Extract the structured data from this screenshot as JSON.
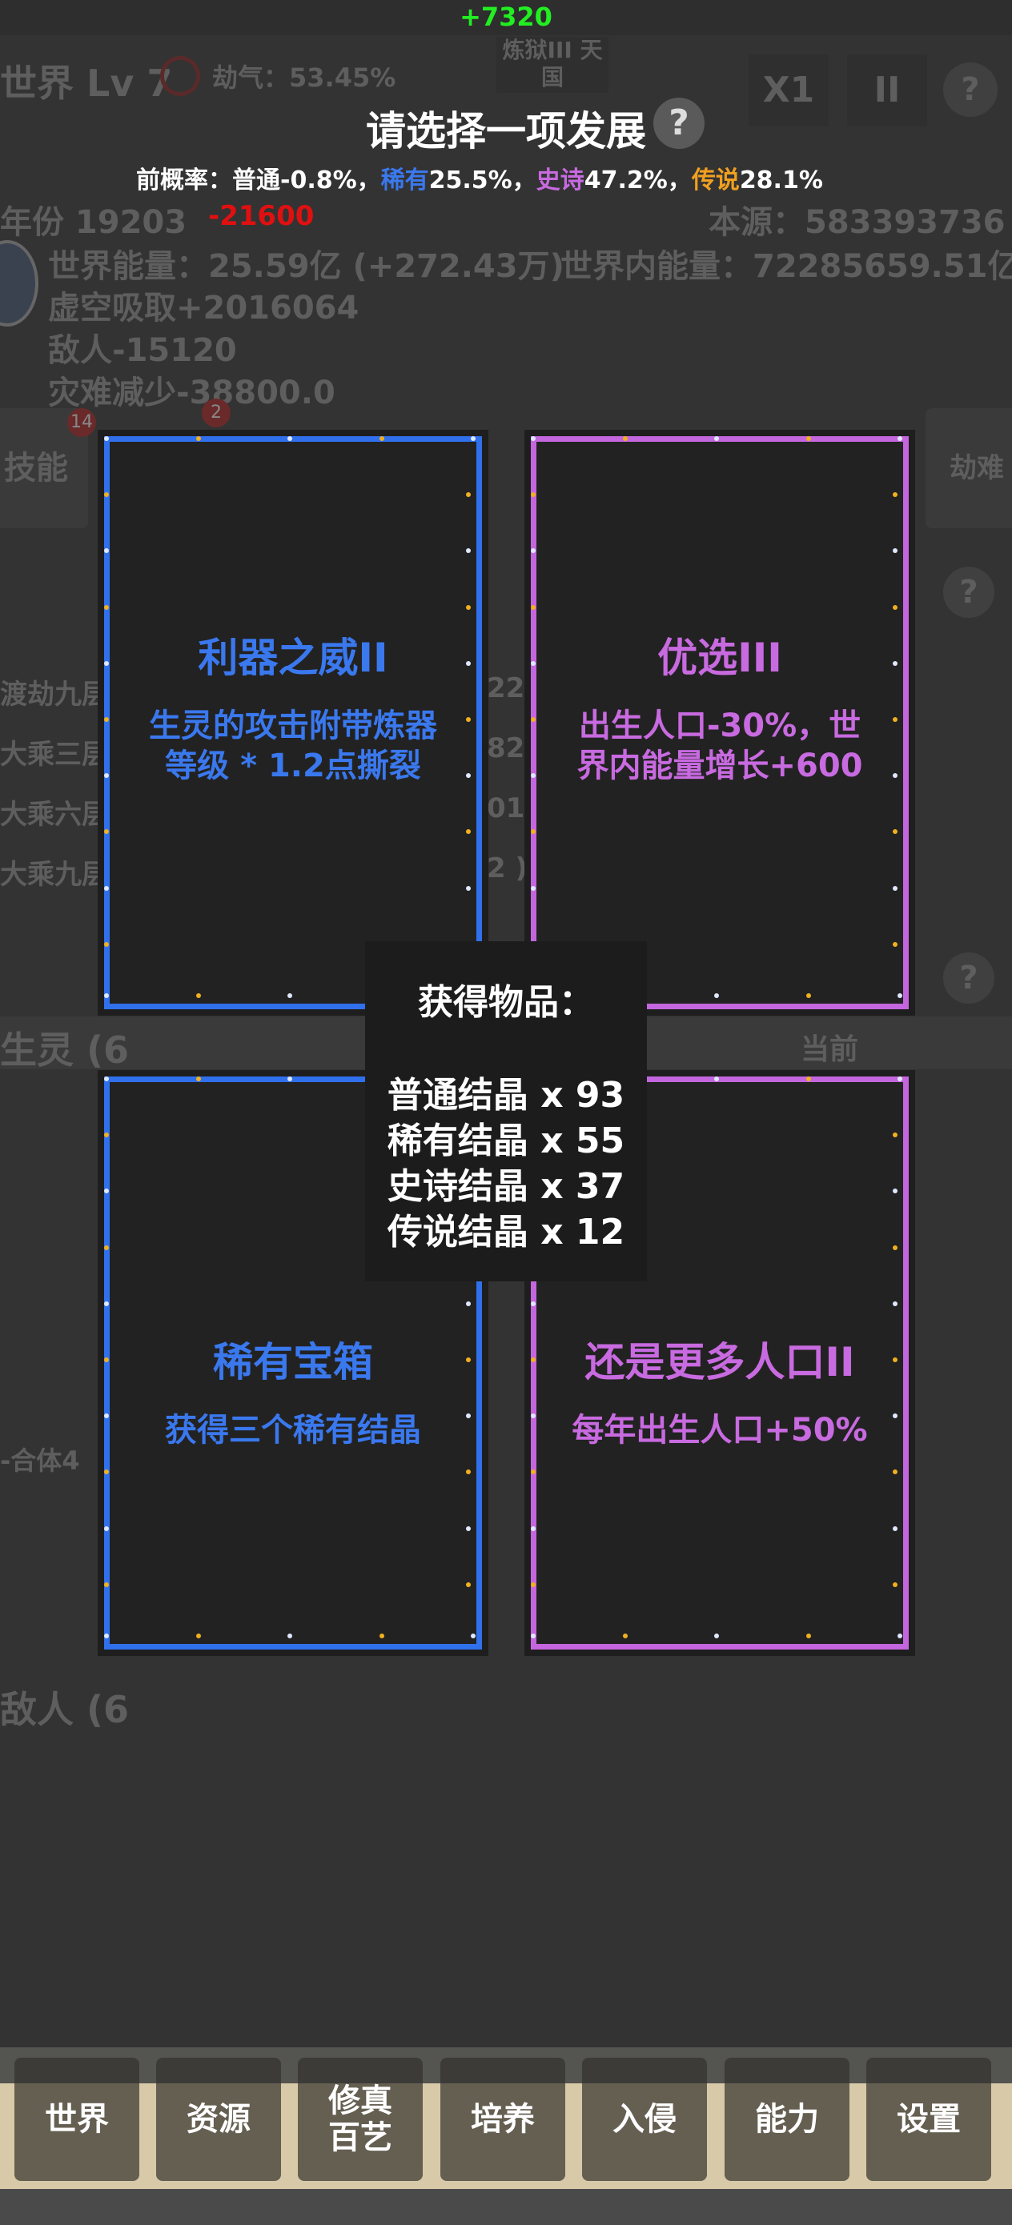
{
  "floating_gain": "+7320",
  "floating_loss": "-21600",
  "background": {
    "world_level": "世界 Lv 7",
    "calamity_qi": "劫气：53.45%",
    "realm_button": "炼狱III 天国",
    "speed_button": "X1",
    "pause_button": "II",
    "help": "?",
    "year": "年份 19203",
    "origin": "本源：583393736",
    "world_energy": "世界能量：25.59亿 (+272.43万)",
    "inner_energy": "世界内能量：72285659.51亿",
    "void_absorb": "虚空吸取+2016064",
    "enemies": "敌人-15120",
    "disaster": "灾难减少-38800.0",
    "tab_skill": "技能",
    "tab_skill_badge": "14",
    "tab_badge2": "2",
    "tab_calamity": "劫难",
    "section_beings": "生灵 (6",
    "section_current": "当前",
    "section_enemies": "敌人 (6",
    "rows": [
      "渡劫九层",
      "大乘三层",
      "大乘六层",
      "大乘九层"
    ],
    "row_values": [
      "22",
      "82",
      "01",
      "2 )"
    ],
    "bottom_row": "-合体4"
  },
  "dialog": {
    "title": "请选择一项发展",
    "help": "?",
    "prob_prefix": "前概率：普通-0.8%，",
    "prob_rare_label": "稀有",
    "prob_rare_value": "25.5%，",
    "prob_epic_label": "史诗",
    "prob_epic_value": "47.2%，",
    "prob_legend_label": "传说",
    "prob_legend_value": "28.1%",
    "colors": {
      "rare": "#3a78ee",
      "epic": "#c86ae0",
      "legend": "#f0a020"
    },
    "cards": [
      {
        "rarity": "rare",
        "title": "利器之威II",
        "desc": "生灵的攻击附带炼器等级 * 1.2点撕裂"
      },
      {
        "rarity": "epic",
        "title": "优选III",
        "desc": "出生人口-30%，世界内能量增长+600"
      },
      {
        "rarity": "rare",
        "title": "稀有宝箱",
        "desc": "获得三个稀有结晶"
      },
      {
        "rarity": "epic",
        "title": "还是更多人口II",
        "desc": "每年出生人口+50%"
      }
    ]
  },
  "popup": {
    "heading": "获得物品：",
    "items": [
      "普通结晶 x 93",
      "稀有结晶 x 55",
      "史诗结晶 x 37",
      "传说结晶 x 12"
    ]
  },
  "nav": [
    "世界",
    "资源",
    "修真百艺",
    "培养",
    "入侵",
    "能力",
    "设置"
  ]
}
